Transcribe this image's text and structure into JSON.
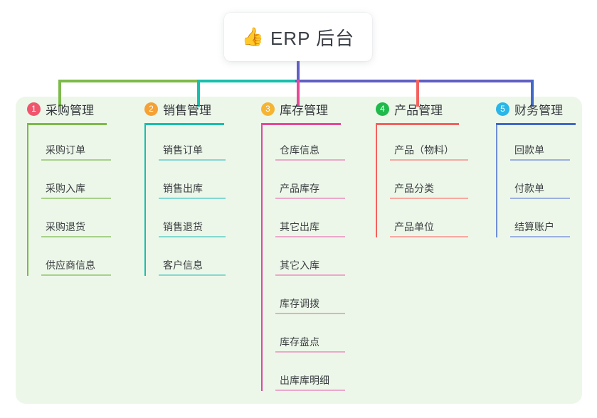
{
  "root": {
    "icon": "thumbs-up-icon",
    "emoji": "👍",
    "title": "ERP 后台"
  },
  "panel": {
    "background": "#edf7e9"
  },
  "connectors": {
    "stem_color": "#5f5fc4",
    "bus_segments": [
      {
        "name": "bus-green",
        "color": "#7cba4a"
      },
      {
        "name": "bus-teal",
        "color": "#18bfae"
      },
      {
        "name": "bus-indigo",
        "color": "#5f5fc4"
      }
    ],
    "drops": [
      {
        "name": "drop-green",
        "color": "#7cba4a"
      },
      {
        "name": "drop-teal",
        "color": "#18bfae"
      },
      {
        "name": "drop-pink",
        "color": "#e8489a"
      },
      {
        "name": "drop-red",
        "color": "#f4625e"
      },
      {
        "name": "drop-blue",
        "color": "#4169c9"
      }
    ]
  },
  "columns": [
    {
      "number": "1",
      "title": "采购管理",
      "badge_color": "#f0556d",
      "rule_color": "#7cba4a",
      "spine_color": "#7cba4a",
      "leaf_rule_color": "#a7d18a",
      "head_rule_width": 112,
      "leaf_rule_width": 98,
      "items": [
        {
          "label": "采购订单"
        },
        {
          "label": "采购入库"
        },
        {
          "label": "采购退货"
        },
        {
          "label": "供应商信息"
        }
      ]
    },
    {
      "number": "2",
      "title": "销售管理",
      "badge_color": "#f6a133",
      "rule_color": "#18bfae",
      "spine_color": "#18bfae",
      "leaf_rule_color": "#84d8d0",
      "head_rule_width": 112,
      "leaf_rule_width": 94,
      "items": [
        {
          "label": "销售订单"
        },
        {
          "label": "销售出库"
        },
        {
          "label": "销售退货"
        },
        {
          "label": "客户信息"
        }
      ]
    },
    {
      "number": "3",
      "title": "库存管理",
      "badge_color": "#f6b433",
      "rule_color": "#e8489a",
      "spine_color": "#d94c9c",
      "leaf_rule_color": "#eba8ca",
      "head_rule_width": 112,
      "leaf_rule_width": 98,
      "items": [
        {
          "label": "仓库信息"
        },
        {
          "label": "产品库存"
        },
        {
          "label": "其它出库"
        },
        {
          "label": "其它入库"
        },
        {
          "label": "库存调拨"
        },
        {
          "label": "库存盘点"
        },
        {
          "label": "出库库明细"
        }
      ]
    },
    {
      "number": "4",
      "title": "产品管理",
      "badge_color": "#1fb94c",
      "rule_color": "#f4625e",
      "spine_color": "#f4625e",
      "leaf_rule_color": "#f8a8a0",
      "head_rule_width": 117,
      "leaf_rule_width": 110,
      "items": [
        {
          "label": "产品（物料）"
        },
        {
          "label": "产品分类"
        },
        {
          "label": "产品单位"
        }
      ]
    },
    {
      "number": "5",
      "title": "财务管理",
      "badge_color": "#29b6e8",
      "rule_color": "#4169c9",
      "spine_color": "#6f8fd6",
      "leaf_rule_color": "#9bb0e0",
      "head_rule_width": 112,
      "leaf_rule_width": 84,
      "items": [
        {
          "label": "回款单"
        },
        {
          "label": "付款单"
        },
        {
          "label": "结算账户"
        }
      ]
    }
  ]
}
